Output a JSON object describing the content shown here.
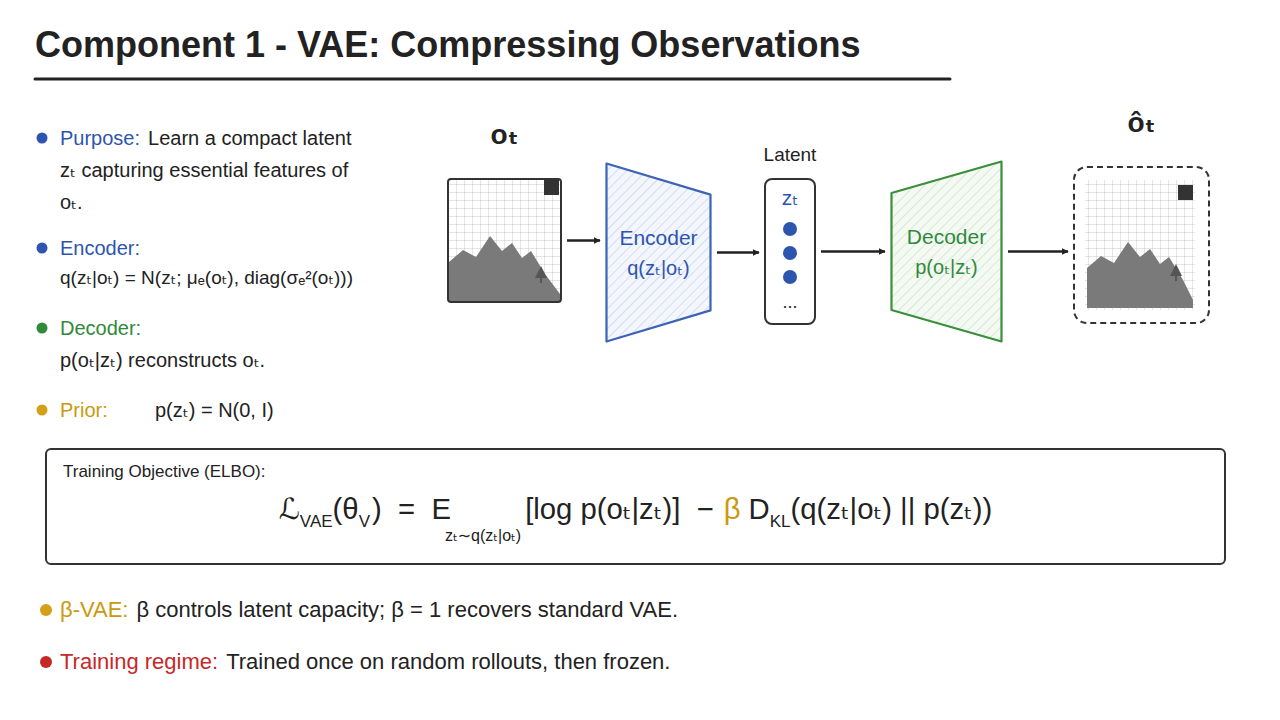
{
  "diagram": {
    "title": "Component 1 - VAE: Compressing Observations",
    "nodes": [
      {
        "text": [
          "oₜ"
        ]
      },
      {
        "text": [
          "Encoder",
          "q(zₜ|oₜ)"
        ]
      },
      {
        "text": [
          "Latent",
          "zₜ",
          "..."
        ]
      },
      {
        "text": [
          "Decoder",
          "p(oₜ|zₜ)"
        ]
      },
      {
        "text": [
          "ôₜ"
        ]
      },
      {
        "text": [
          "Training Objective (ELBO):",
          "ℒ",
          "VAE",
          "(θ",
          "V",
          ")  =  E",
          "zₜ∼q(zₜ|oₜ)",
          "[log p(oₜ|zₜ)]  −",
          "β",
          "D",
          "KL",
          "(q(zₜ|oₜ) || p(zₜ))"
        ]
      }
    ],
    "edges": [
      {
        "from": 0,
        "to": 1,
        "arrow": "to"
      },
      {
        "from": 1,
        "to": 2,
        "arrow": "to"
      },
      {
        "from": 2,
        "to": 3,
        "arrow": "to"
      },
      {
        "from": 3,
        "to": 4,
        "arrow": "to"
      }
    ],
    "labels": [
      "Purpose:",
      "Learn a compact latent zₜ capturing essential features of oₜ.",
      "Encoder:",
      "q(zₜ|oₜ) = N(zₜ; μₑ(oₜ), diag(σₑ²(oₜ)))",
      "Decoder:",
      "p(oₜ|zₜ) reconstructs oₜ.",
      "Prior:",
      "p(zₜ) = N(0, I)",
      "β-VAE:",
      "β controls latent capacity; β = 1 recovers standard VAE.",
      "Training regime:",
      "Trained once on random rollouts, then frozen."
    ]
  }
}
